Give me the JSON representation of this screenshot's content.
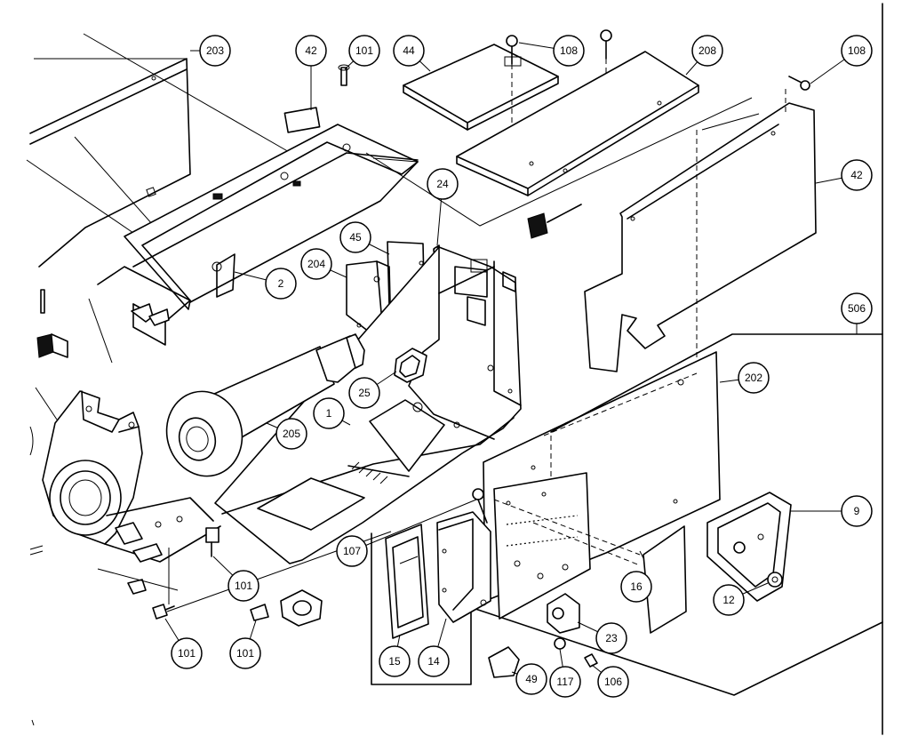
{
  "callouts": [
    {
      "id": "c203",
      "label": "203"
    },
    {
      "id": "c42a",
      "label": "42"
    },
    {
      "id": "c101a",
      "label": "101"
    },
    {
      "id": "c44",
      "label": "44"
    },
    {
      "id": "c108a",
      "label": "108"
    },
    {
      "id": "c208",
      "label": "208"
    },
    {
      "id": "c108b",
      "label": "108"
    },
    {
      "id": "c42b",
      "label": "42"
    },
    {
      "id": "c24",
      "label": "24"
    },
    {
      "id": "c45",
      "label": "45"
    },
    {
      "id": "c204",
      "label": "204"
    },
    {
      "id": "c2",
      "label": "2"
    },
    {
      "id": "c506",
      "label": "506"
    },
    {
      "id": "c25",
      "label": "25"
    },
    {
      "id": "c202",
      "label": "202"
    },
    {
      "id": "c1",
      "label": "1"
    },
    {
      "id": "c205",
      "label": "205"
    },
    {
      "id": "c9",
      "label": "9"
    },
    {
      "id": "c107",
      "label": "107"
    },
    {
      "id": "c16",
      "label": "16"
    },
    {
      "id": "c101b",
      "label": "101"
    },
    {
      "id": "c12",
      "label": "12"
    },
    {
      "id": "c23",
      "label": "23"
    },
    {
      "id": "c101c",
      "label": "101"
    },
    {
      "id": "c101d",
      "label": "101"
    },
    {
      "id": "c15",
      "label": "15"
    },
    {
      "id": "c14",
      "label": "14"
    },
    {
      "id": "c49",
      "label": "49"
    },
    {
      "id": "c117",
      "label": "117"
    },
    {
      "id": "c106",
      "label": "106"
    }
  ]
}
